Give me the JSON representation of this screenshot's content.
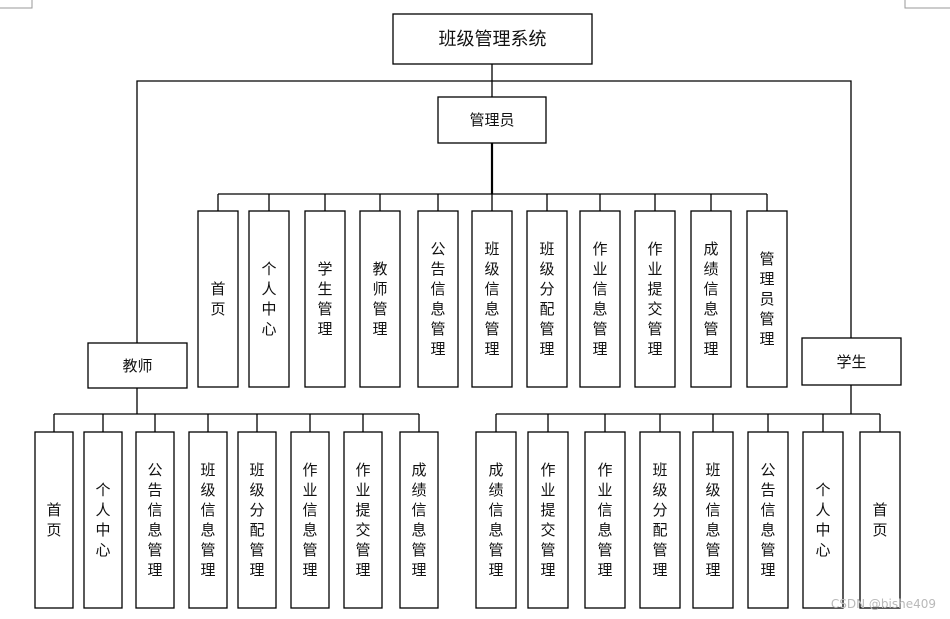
{
  "root": {
    "label": "班级管理系统"
  },
  "admin": {
    "label": "管理员",
    "items": [
      "首页",
      "个人中心",
      "学生管理",
      "教师管理",
      "公告信息管理",
      "班级信息管理",
      "班级分配管理",
      "作业信息管理",
      "作业提交管理",
      "成绩信息管理",
      "管理员管理"
    ]
  },
  "teacher": {
    "label": "教师",
    "items": [
      "首页",
      "个人中心",
      "公告信息管理",
      "班级信息管理",
      "班级分配管理",
      "作业信息管理",
      "作业提交管理",
      "成绩信息管理"
    ]
  },
  "student": {
    "label": "学生",
    "items": [
      "成绩信息管理",
      "作业提交管理",
      "作业信息管理",
      "班级分配管理",
      "班级信息管理",
      "公告信息管理",
      "个人中心",
      "首页"
    ]
  },
  "watermark": "CSDN @bishe409"
}
